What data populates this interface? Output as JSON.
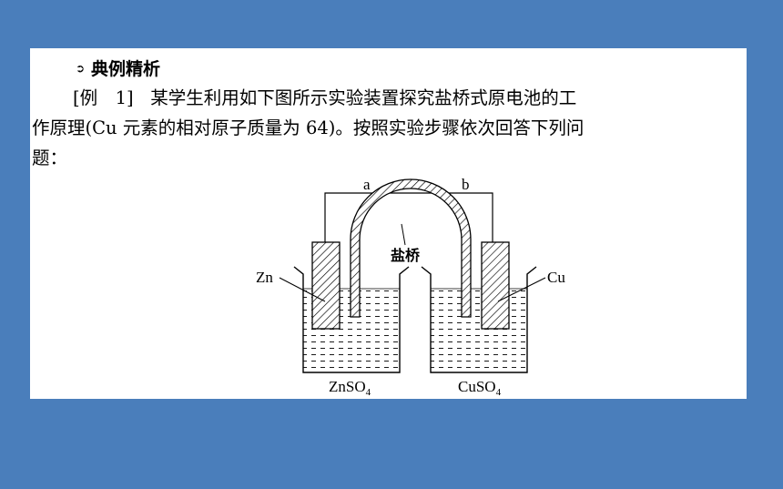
{
  "section": {
    "title": "典例精析",
    "bullet_icon": "arrow-circle-icon"
  },
  "problem": {
    "tag": "[例　1]",
    "line1": "某学生利用如下图所示实验装置探究盐桥式原电池的工",
    "line2": "作原理(Cu 元素的相对原子质量为 64)。按照实验步骤依次回答下列问",
    "line3": "题："
  },
  "figure": {
    "wire_label_a": "a",
    "wire_label_b": "b",
    "salt_bridge_label": "盐桥",
    "left_electrode": "Zn",
    "right_electrode": "Cu",
    "left_solution": "ZnSO",
    "left_solution_sub": "4",
    "right_solution": "CuSO",
    "right_solution_sub": "4"
  },
  "colors": {
    "background": "#4a7ebb",
    "panel": "#ffffff"
  }
}
